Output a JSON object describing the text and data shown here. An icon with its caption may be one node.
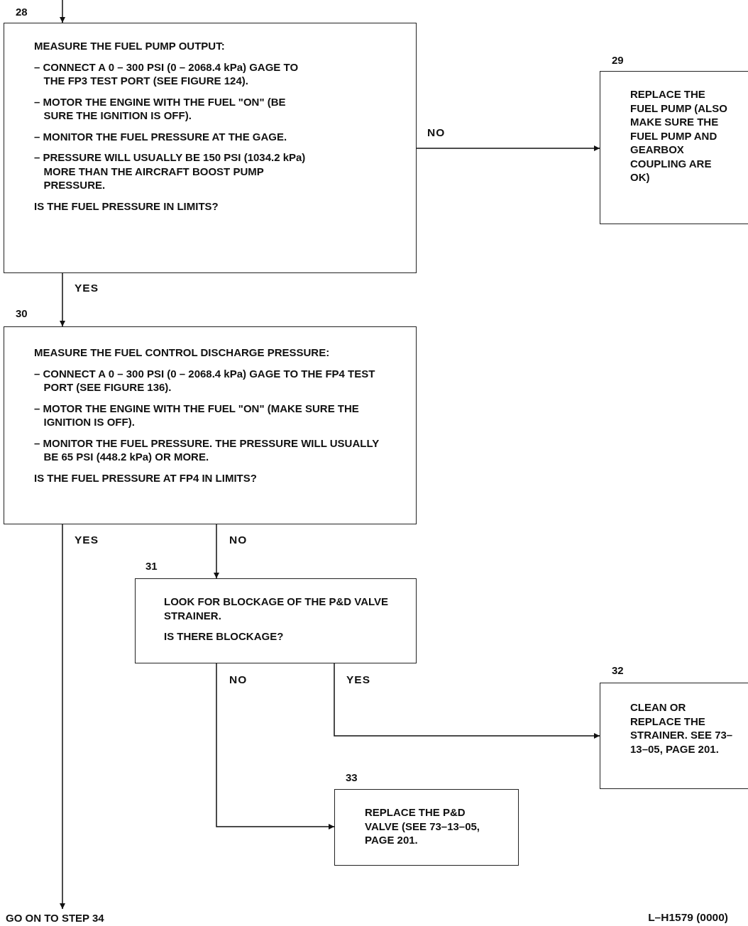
{
  "diagram": {
    "nodes": [
      {
        "text": [
          "MEASURE THE FUEL PUMP OUTPUT:",
          "– CONNECT A 0 – 300 PSI (0 – 2068.4 kPa) GAGE TO THE FP3 TEST PORT (SEE FIGURE 124).",
          "– MOTOR THE ENGINE WITH THE FUEL \"ON\" (BE SURE THE IGNITION IS OFF).",
          "– MONITOR THE FUEL PRESSURE AT THE GAGE.",
          "– PRESSURE WILL USUALLY BE 150 PSI (1034.2 kPa) MORE THAN THE AIRCRAFT BOOST PUMP PRESSURE.",
          "IS THE FUEL PRESSURE IN LIMITS?"
        ],
        "beside": [
          "28"
        ]
      },
      {
        "text": [
          "REPLACE THE FUEL PUMP (ALSO MAKE SURE THE FUEL PUMP AND GEARBOX COUPLING ARE OK)"
        ],
        "beside": [
          "29"
        ]
      },
      {
        "text": [
          "MEASURE THE FUEL CONTROL DISCHARGE PRESSURE:",
          "– CONNECT A 0 – 300 PSI (0 – 2068.4 kPa) GAGE TO THE FP4 TEST PORT (SEE FIGURE 136).",
          "– MOTOR THE ENGINE WITH THE FUEL \"ON\" (MAKE SURE THE IGNITION IS OFF).",
          "– MONITOR THE FUEL PRESSURE. THE PRESSURE WILL USUALLY BE 65 PSI (448.2 kPa) OR MORE.",
          "IS THE FUEL PRESSURE AT FP4 IN LIMITS?"
        ],
        "beside": [
          "30"
        ]
      },
      {
        "text": [
          "LOOK FOR BLOCKAGE OF THE P&D VALVE STRAINER.",
          "IS THERE BLOCKAGE?"
        ],
        "beside": [
          "31"
        ]
      },
      {
        "text": [
          "CLEAN OR REPLACE THE STRAINER. SEE 73–13–05, PAGE 201."
        ],
        "beside": [
          "32"
        ]
      },
      {
        "text": [
          "REPLACE THE P&D VALVE (SEE 73–13–05, PAGE 201."
        ],
        "beside": [
          "33"
        ]
      },
      {
        "text": [
          "GO ON TO STEP 34"
        ]
      }
    ],
    "edges": [
      {
        "from": null,
        "to": 0,
        "arrow": "to"
      },
      {
        "from": 0,
        "to": 1,
        "arrow": "to",
        "label": "NO"
      },
      {
        "from": 0,
        "to": 2,
        "arrow": "to",
        "label": "YES"
      },
      {
        "from": 2,
        "to": 6,
        "arrow": "to",
        "label": "YES"
      },
      {
        "from": 2,
        "to": 3,
        "arrow": "to",
        "label": "NO"
      },
      {
        "from": 3,
        "to": 4,
        "arrow": "to",
        "label": "YES"
      },
      {
        "from": 3,
        "to": 5,
        "arrow": "to",
        "label": "NO"
      }
    ],
    "labels": [
      "L–H1579 (0000)"
    ]
  }
}
